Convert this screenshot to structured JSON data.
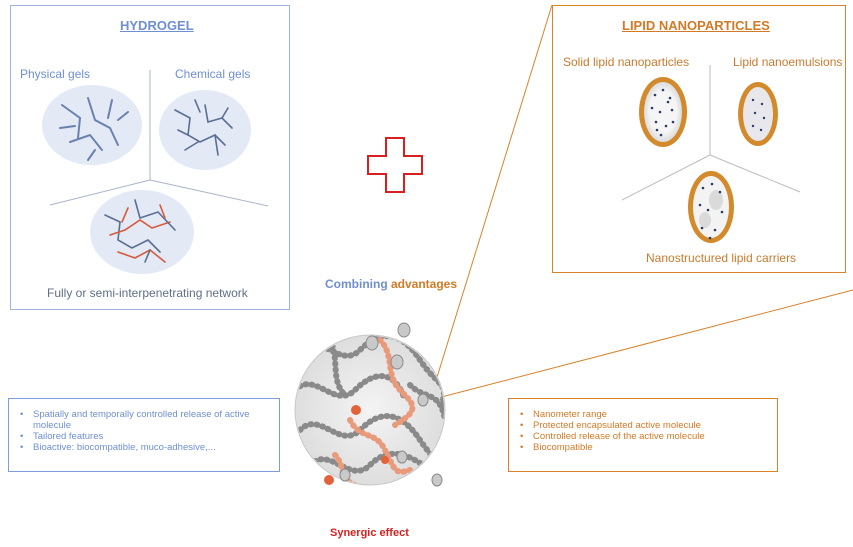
{
  "hydrogel": {
    "title": "HYDROGEL",
    "physical_label": "Physical gels",
    "chemical_label": "Chemical gels",
    "network_label": "Fully or semi-interpenetrating network"
  },
  "lipid": {
    "title": "LIPID NANOPARTICLES",
    "sln_label": "Solid lipid nanoparticles",
    "emulsion_label": "Lipid nanoemulsions",
    "nlc_label": "Nanostructured lipid carriers"
  },
  "combining": {
    "word1": "Combining",
    "word2": "advantages"
  },
  "hydrogel_advantages": [
    "Spatially and temporally controlled release of active molecule",
    "Tailored features",
    "Bioactive: biocompatible, muco-adhesive,..."
  ],
  "lipid_advantages": [
    "Nanometer range",
    "Protected encapsulated active molecule",
    "Controlled release of the active molecule",
    "Biocompatible"
  ],
  "synergic_label": "Synergic effect",
  "colors": {
    "hydrogel_accent": "#6f8fd0",
    "lipid_accent": "#d27a26",
    "plus": "#d82020"
  }
}
